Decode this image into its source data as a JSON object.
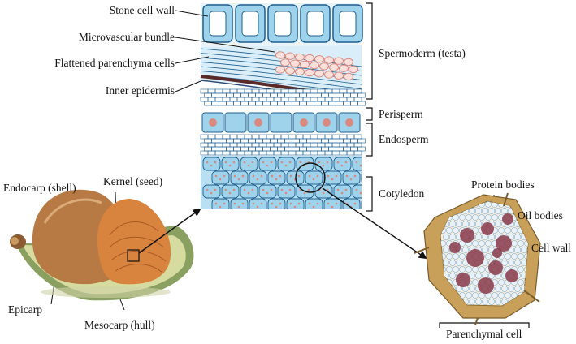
{
  "labels": {
    "stone_cell_wall": "Stone cell wall",
    "microvascular_bundle": "Microvascular bundle",
    "flattened_parenchyma": "Flattened parenchyma cells",
    "inner_epidermis": "Inner epidermis",
    "spermoderm": "Spermoderm (testa)",
    "perisperm": "Perisperm",
    "endosperm": "Endosperm",
    "cotyledon": "Cotyledon",
    "endocarp": "Endocarp (shell)",
    "kernel": "Kernel (seed)",
    "epicarp": "Epicarp",
    "mesocarp": "Mesocarp (hull)",
    "protein_bodies": "Protein bodies",
    "oil_bodies": "Oil bodies",
    "cell_wall": "Cell wall",
    "parenchymal_cell": "Parenchymal cell"
  },
  "colors": {
    "tissue_blue": "#9fd3ec",
    "cell_outline": "#1f5f8f",
    "red_cells": "#d9897f",
    "nut_shell": "#b87a45",
    "kernel_orange": "#d9843e",
    "hull_green": "#a8b87a",
    "cell_wall_tan": "#c9a05a",
    "protein_body": "#8a3a4a"
  }
}
